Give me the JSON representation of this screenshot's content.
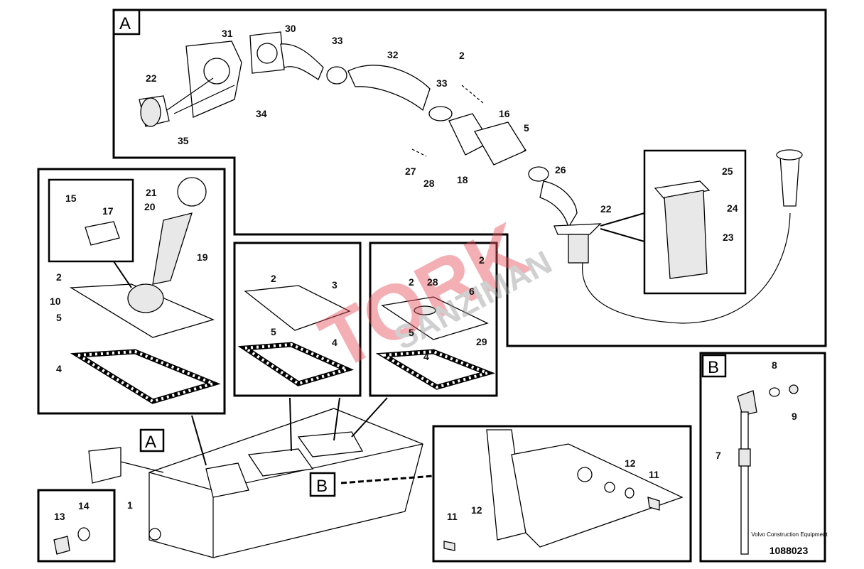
{
  "diagram": {
    "title_code": "1088023",
    "publisher": "Volvo Construction Equipment",
    "watermark": [
      "TORK",
      "SANZIMAN"
    ],
    "views": {
      "a": "A",
      "b": "B",
      "a_ref": "A",
      "b_ref": "B"
    },
    "labels": {
      "a_31": "31",
      "a_30": "30",
      "a_33a": "33",
      "a_32": "32",
      "a_2": "2",
      "a_22a": "22",
      "a_33b": "33",
      "a_16": "16",
      "a_5": "5",
      "a_34": "34",
      "a_35": "35",
      "a_27": "27",
      "a_28": "28",
      "a_18": "18",
      "a_26": "26",
      "a_22b": "22",
      "a_25": "25",
      "a_24": "24",
      "a_23": "23",
      "l_15": "15",
      "l_17": "17",
      "l_21": "21",
      "l_20": "20",
      "l_19": "19",
      "l_2": "2",
      "l_10": "10",
      "l_5": "5",
      "l_4": "4",
      "m_2": "2",
      "m_3": "3",
      "m_5": "5",
      "m_4": "4",
      "r_2a": "2",
      "r_2b": "2",
      "r_28": "28",
      "r_6": "6",
      "r_5": "5",
      "r_29": "29",
      "r_4": "4",
      "t_1": "1",
      "t_13": "13",
      "t_14": "14",
      "d_12a": "12",
      "d_11a": "11",
      "d_11b": "11",
      "d_12b": "12",
      "b_8": "8",
      "b_9": "9",
      "b_7": "7"
    }
  }
}
